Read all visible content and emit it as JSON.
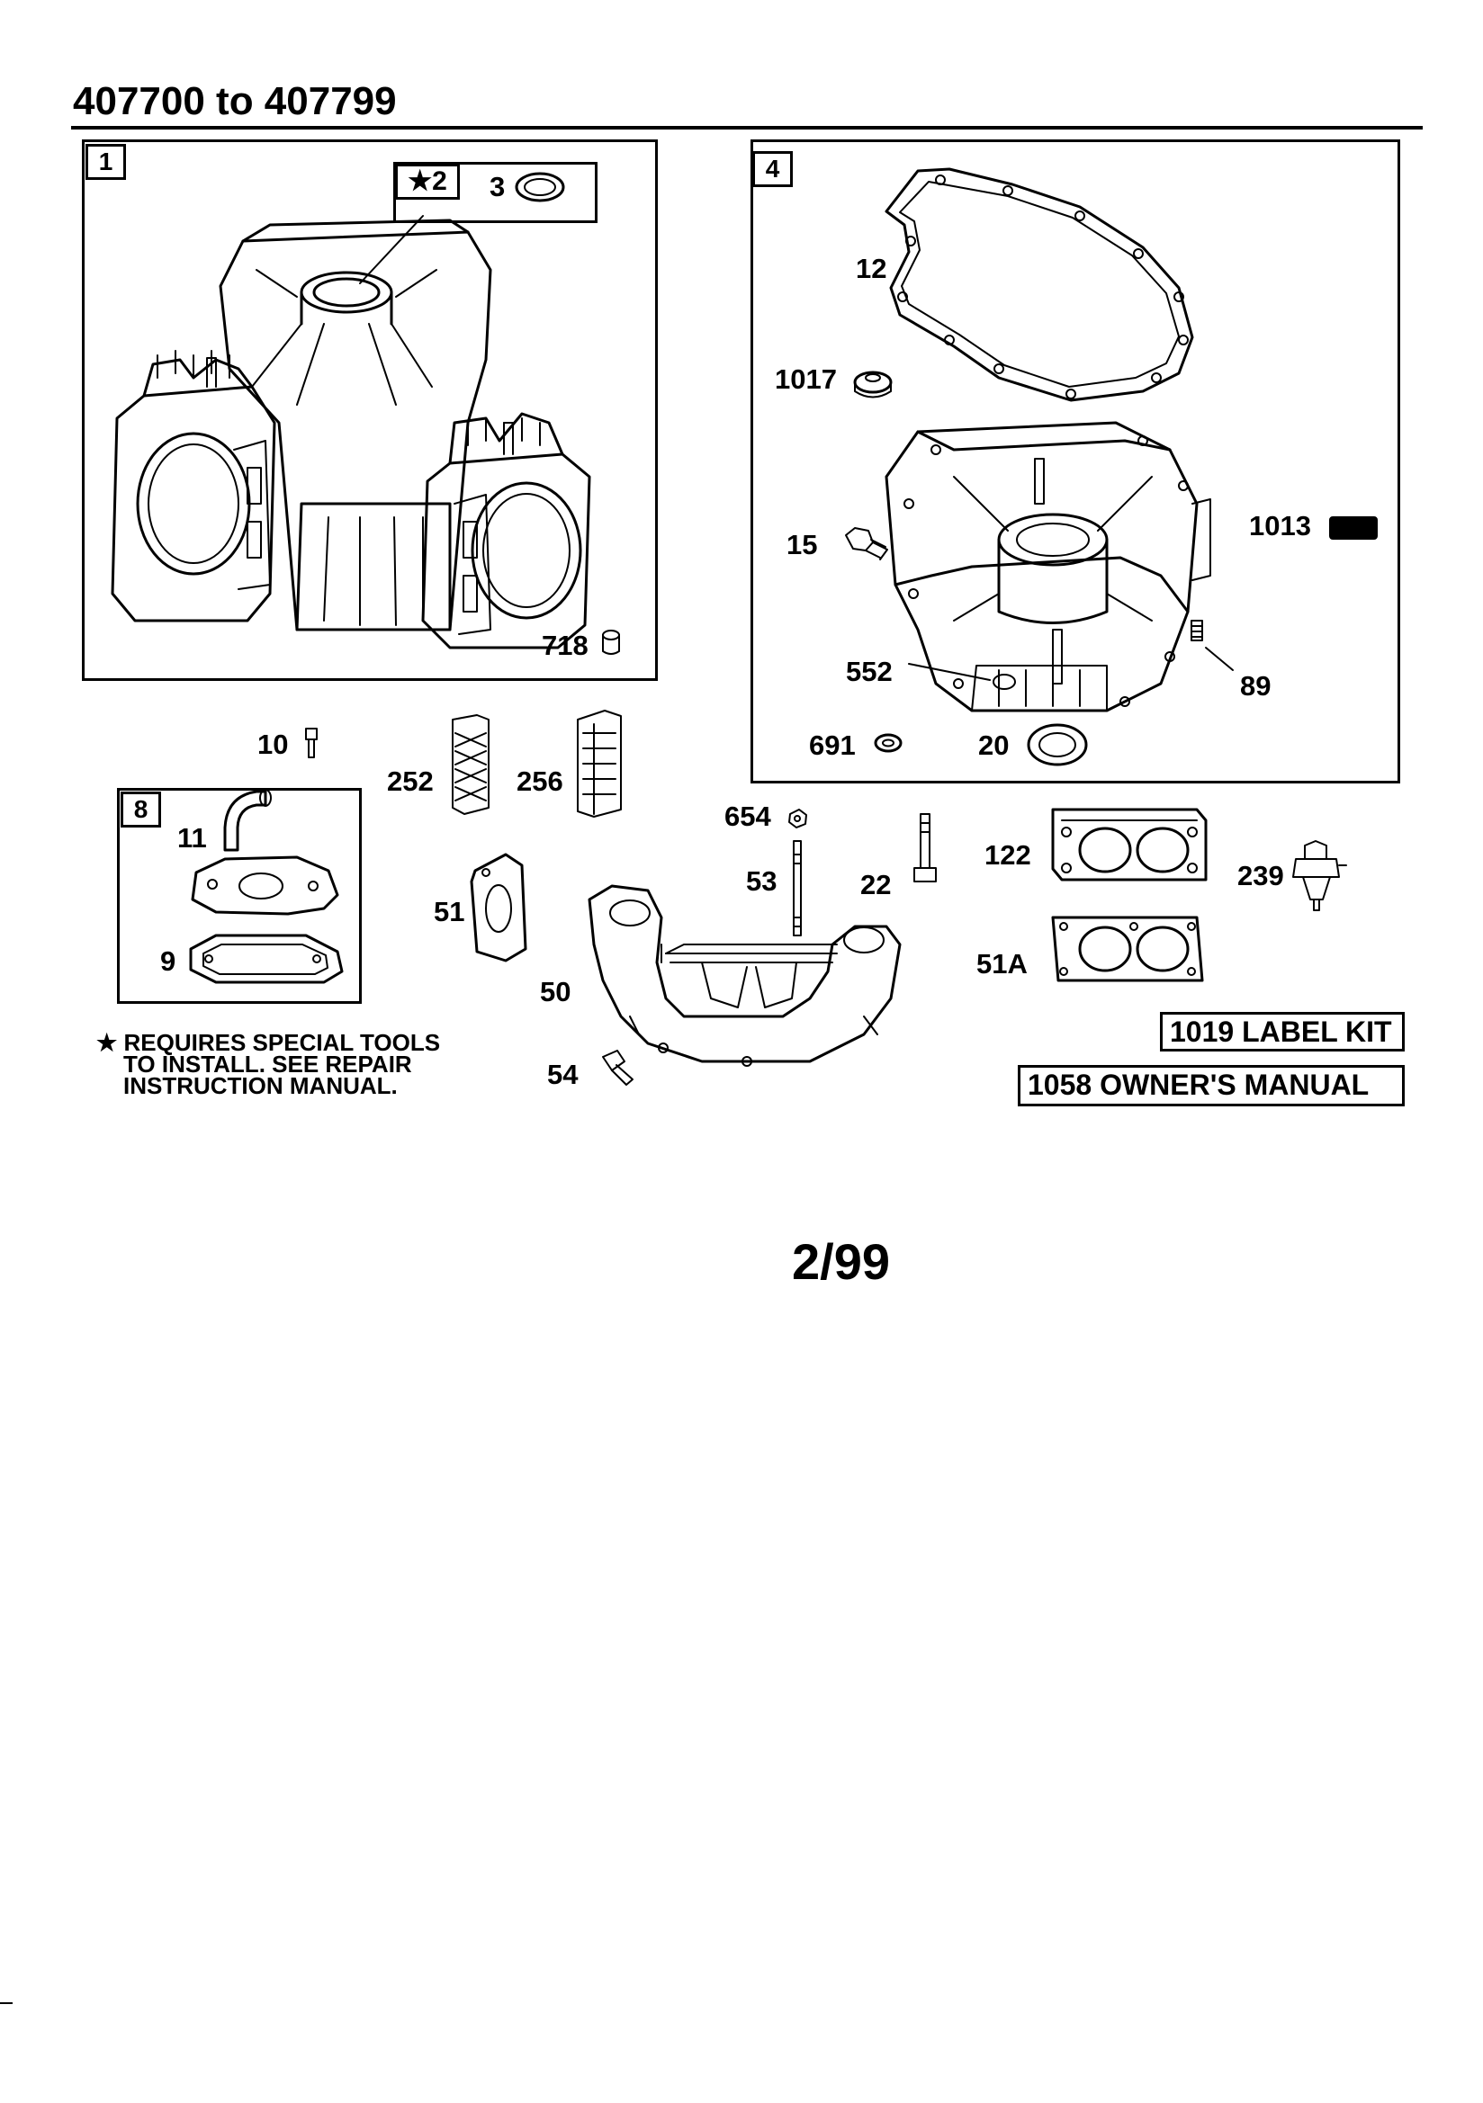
{
  "header": {
    "title": "407700 to 407799"
  },
  "panels": {
    "p1": {
      "tag": "1",
      "kit_tag": "★2",
      "kit_item": "3",
      "parts": [
        "718"
      ]
    },
    "p4": {
      "tag": "4",
      "parts": [
        "12",
        "1017",
        "15",
        "1013",
        "552",
        "89",
        "691",
        "20"
      ]
    },
    "p8": {
      "tag": "8",
      "parts": [
        "11",
        "9"
      ]
    }
  },
  "loose_parts": {
    "p10": "10",
    "p252": "252",
    "p256": "256",
    "p654": "654",
    "p53": "53",
    "p22": "22",
    "p122": "122",
    "p239": "239",
    "p51": "51",
    "p50": "50",
    "p51a": "51A",
    "p54": "54"
  },
  "kits": {
    "label_kit": "1019 LABEL KIT",
    "owners_manual": "1058 OWNER'S MANUAL"
  },
  "note": {
    "line1": "★ REQUIRES SPECIAL TOOLS",
    "line2": "TO INSTALL.  SEE REPAIR",
    "line3": "INSTRUCTION MANUAL."
  },
  "footer": {
    "page_code": "2/99"
  }
}
